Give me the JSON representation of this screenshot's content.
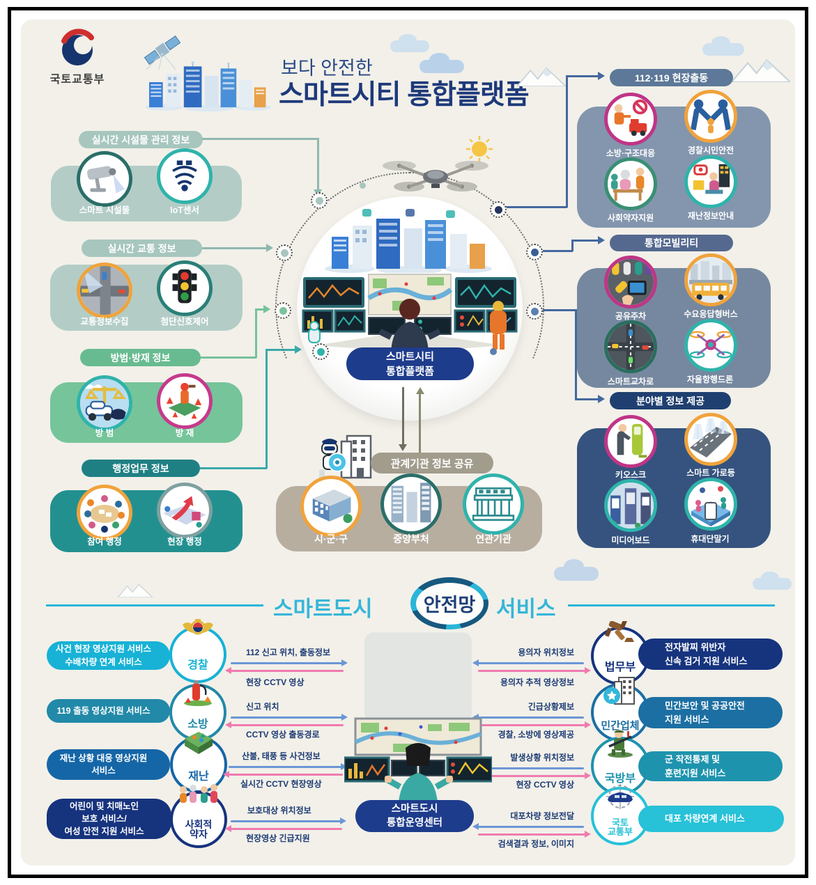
{
  "page": {
    "background": "#f2f0e9",
    "frame_color": "#000000"
  },
  "header": {
    "agency": "국토교통부",
    "subtitle": "보다 안전한",
    "title": "스마트시티 통합플랫폼",
    "title_color": "#1e3a7a"
  },
  "left_sections": [
    {
      "label": "실시간 시설물 관리 정보",
      "pill_color": "#a6c6be",
      "card_color": "#b3cdc6",
      "items": [
        {
          "label": "스마트 시설물",
          "icon": "cctv-camera-icon",
          "ring": "#2a6e68"
        },
        {
          "label": "IoT센서",
          "icon": "iot-sensor-icon",
          "ring": "#2fb3ab"
        }
      ]
    },
    {
      "label": "실시간 교통 정보",
      "pill_color": "#a6c6be",
      "card_color": "#b3cdc6",
      "items": [
        {
          "label": "교통정보수집",
          "icon": "traffic-data-icon",
          "ring": "#f0a33c"
        },
        {
          "label": "첨단신호제어",
          "icon": "traffic-light-icon",
          "ring": "#2a7f78"
        }
      ]
    },
    {
      "label": "방범·방재 정보",
      "pill_color": "#68bb90",
      "card_color": "#76c49a",
      "items": [
        {
          "label": "방 범",
          "icon": "crime-prevention-icon",
          "ring": "#2fb3ab"
        },
        {
          "label": "방 재",
          "icon": "disaster-prevention-icon",
          "ring": "#c53a8c"
        }
      ]
    },
    {
      "label": "행정업무 정보",
      "pill_color": "#1f8084",
      "card_color": "#239090",
      "items": [
        {
          "label": "참여 행정",
          "icon": "participatory-admin-icon",
          "ring": "#f0a33c"
        },
        {
          "label": "현장 행정",
          "icon": "field-admin-icon",
          "ring": "#7fa0a0"
        }
      ]
    }
  ],
  "right_sections": [
    {
      "label": "112·119 현장출동",
      "pill_color": "#5d7898",
      "card_color": "#8396ae",
      "items": [
        {
          "label": "소방·구조대응",
          "icon": "fire-rescue-icon",
          "ring": "#bf3587"
        },
        {
          "label": "경찰시민안전",
          "icon": "police-citizen-icon",
          "ring": "#f0a33c"
        },
        {
          "label": "사회약자지원",
          "icon": "social-support-icon",
          "ring": "#3a8f74"
        },
        {
          "label": "재난정보안내",
          "icon": "disaster-alert-icon",
          "ring": "#2fb3ab"
        }
      ]
    },
    {
      "label": "통합모빌리티",
      "pill_color": "#55698f",
      "card_color": "#76889f",
      "items": [
        {
          "label": "공유주차",
          "icon": "shared-parking-icon",
          "ring": "#bf3587"
        },
        {
          "label": "수요응답형버스",
          "icon": "demand-bus-icon",
          "ring": "#f0a33c"
        },
        {
          "label": "스마트교차로",
          "icon": "smart-intersection-icon",
          "ring": "#2a6e5e"
        },
        {
          "label": "자율항행드론",
          "icon": "autonomous-drone-icon",
          "ring": "#2fb3ab"
        }
      ]
    },
    {
      "label": "분야별 정보 제공",
      "pill_color": "#1f3f70",
      "card_color": "#35537e",
      "items": [
        {
          "label": "키오스크",
          "icon": "kiosk-icon",
          "ring": "#bf3587"
        },
        {
          "label": "스마트 가로등",
          "icon": "smart-streetlight-icon",
          "ring": "#f0a33c"
        },
        {
          "label": "미디어보드",
          "icon": "media-board-icon",
          "ring": "#2fb3ab"
        },
        {
          "label": "휴대단말기",
          "icon": "mobile-terminal-icon",
          "ring": "#2fb3ab"
        }
      ]
    }
  ],
  "center": {
    "badge": "스마트시티\n통합플랫폼",
    "badge_color": "#1e3c8c"
  },
  "sharing": {
    "label": "관계기관 정보 공유",
    "pill_color": "#a29c8d",
    "card_color": "#b7aea0",
    "items": [
      {
        "label": "시·군·구",
        "icon": "city-district-building-icon",
        "ring": "#f0a33c"
      },
      {
        "label": "중앙부처",
        "icon": "central-ministry-icon",
        "ring": "#2a6e68"
      },
      {
        "label": "연관기관",
        "icon": "related-agency-icon",
        "ring": "#2fb3ab"
      }
    ]
  },
  "safety": {
    "title_left": "스마트도시",
    "title_circle": "안전망",
    "title_right": "서비스",
    "title_color": "#35b6d9",
    "circle_text_color": "#1c3f77",
    "center_badge": "스마트도시\n통합운영센터",
    "arrow_colors": {
      "to_center": "#6b96d6",
      "from_center": "#f07bb0"
    },
    "left_rows": [
      {
        "service": "사건 현장 영상지원 서비스\n수배차량 연계 서비스",
        "org": "경찰",
        "icon": "police-emblem-icon",
        "color": "#17b2d6",
        "to_center": "112 신고 위치, 출동정보",
        "from_center": "현장 CCTV 영상"
      },
      {
        "service": "119 출동 영상지원 서비스",
        "org": "소방",
        "icon": "fire-extinguisher-icon",
        "color": "#2289a8",
        "to_center": "신고 위치",
        "from_center": "CCTV 영상 출동경로"
      },
      {
        "service": "재난 상황 대응 영상지원\n서비스",
        "org": "재난",
        "icon": "disaster-terrain-icon",
        "color": "#1566a7",
        "to_center": "산불, 태풍 등 사건정보",
        "from_center": "실시간 CCTV 현장영상"
      },
      {
        "service": "어린이 및 치매노인\n보호 서비스/\n여성 안전 지원 서비스",
        "org": "사회적\n약자",
        "icon": "family-care-icon",
        "color": "#16337e",
        "to_center": "보호대상 위치정보",
        "from_center": "현장영상 긴급지원"
      }
    ],
    "right_rows": [
      {
        "service": "전자발찌 위반자\n신속 검거 지원 서비스",
        "org": "법무부",
        "icon": "gavel-icon",
        "color": "#16337e",
        "to_center": "용의자 위치정보",
        "from_center": "용의자 추적 영상정보"
      },
      {
        "service": "민간보안 및 공공안전\n지원 서비스",
        "org": "민간업체",
        "icon": "private-security-icon",
        "color": "#1c6fa3",
        "to_center": "긴급상황제보",
        "from_center": "경찰, 소방에 영상제공"
      },
      {
        "service": "군 작전통제 및\n훈련지원 서비스",
        "org": "국방부",
        "icon": "soldier-icon",
        "color": "#1e93ae",
        "to_center": "발생상황 위치정보",
        "from_center": "현장 CCTV 영상"
      },
      {
        "service": "대포 차량연계 서비스",
        "org": "국토\n교통부",
        "icon": "vehicle-tracking-icon",
        "color": "#27c1d8",
        "to_center": "대포차량 정보전달",
        "from_center": "검색결과 정보, 이미지"
      }
    ]
  },
  "decor": {
    "icons": [
      "gov-logo-icon",
      "satellite-icon",
      "city-skyline-icon",
      "cloud-icon",
      "mountain-icon",
      "sun-icon",
      "drone-icon",
      "control-room-icon",
      "robot-guard-icon",
      "operations-center-icon",
      "network-node-icon"
    ]
  }
}
